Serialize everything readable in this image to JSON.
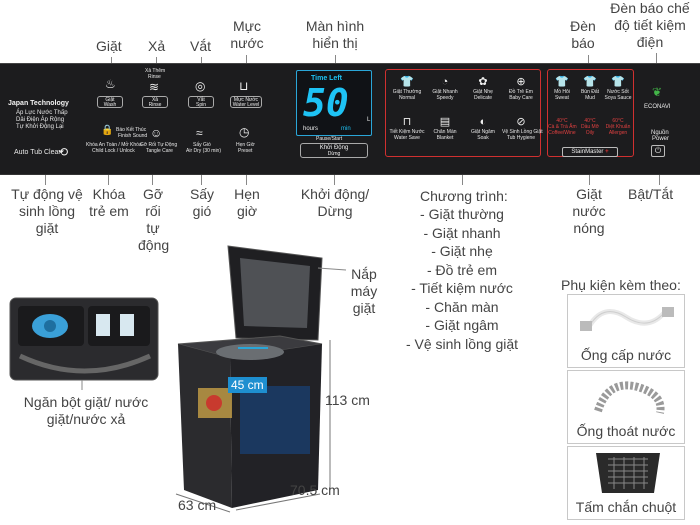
{
  "top_labels": {
    "wash": "Giặt",
    "rinse": "Xả",
    "spin": "Vắt",
    "water_level": "Mực nước",
    "display": "Màn hình hiển thị",
    "notify": "Đèn báo",
    "eco": "Đèn báo chế độ tiết kiệm điện"
  },
  "bottom_labels": {
    "auto_tub_clean": "Tự động vệ sinh lồng giặt",
    "child_lock": "Khóa trẻ em",
    "tangle_care": "Gỡ rối tự động",
    "air_dry": "Sấy gió",
    "timer": "Hẹn giờ",
    "start_stop": "Khởi động/ Dừng",
    "hot_wash": "Giặt nước nóng",
    "power": "Bật/Tắt"
  },
  "programs": {
    "heading": "Chương trình:",
    "items": [
      "- Giặt thường",
      "- Giặt nhanh",
      "- Giặt nhẹ",
      "- Đồ trẻ em",
      "- Tiết kiệm nước",
      "- Chăn màn",
      "- Giặt ngâm",
      "- Vệ sinh lồng giặt"
    ]
  },
  "panel": {
    "brand_line1": "Japan Technology",
    "brand_line2": "Áp Lực Nước Thấp",
    "brand_line3": "Dải Điện Áp Rộng",
    "brand_line4": "Tự Khởi Động Lại",
    "auto_tub_clean": "Auto Tub Clean",
    "wash_vi": "Giặt",
    "wash_en": "Wash",
    "rinse_top_vi": "Xả Thêm",
    "rinse_top_en": "Rinse",
    "rinse_vi": "Xả",
    "rinse_en": "Rinse",
    "spin_vi": "Vắt",
    "spin_en": "Spin",
    "level_vi": "Mực Nước",
    "level_en": "Water Level",
    "lock_vi": "Khóa An Toàn / Mở Khóa",
    "lock_en": "Child Lock / Unlock",
    "tangle_vi": "Gỡ Rối Tự Động",
    "tangle_en": "Tangle Care",
    "dry_vi": "Sấy Gió",
    "dry_en": "Air Dry (30 min)",
    "timer_vi": "Hẹn Giờ",
    "timer_en": "Preset",
    "finish_vi": "Báo Kết Thúc",
    "finish_en": "Finish Sound",
    "time_left": "Time Left",
    "digits": "50",
    "hours": "hours",
    "min": "min",
    "liter": "L",
    "pause_label": "Pause/Start",
    "start_vi": "Khởi Động",
    "start_en": "Dừng",
    "stainmaster": "StainMaster",
    "stainmaster_plus": "+",
    "econavi": "ECONAVI",
    "power_vi": "Nguồn",
    "power_en": "Power",
    "programs": [
      {
        "vi": "Giặt Thường",
        "en": "Normal",
        "icon": "shirt-icon"
      },
      {
        "vi": "Giặt Nhanh",
        "en": "Speedy",
        "icon": "speedy-icon"
      },
      {
        "vi": "Giặt Nhẹ",
        "en": "Delicate",
        "icon": "delicate-icon"
      },
      {
        "vi": "Đồ Trẻ Em",
        "en": "Baby Care",
        "icon": "baby-icon"
      },
      {
        "vi": "Tiết Kiệm Nước",
        "en": "Water Save",
        "icon": "water-save-icon"
      },
      {
        "vi": "Chăn Màn",
        "en": "Blanket",
        "icon": "blanket-icon"
      },
      {
        "vi": "Giặt Ngâm",
        "en": "Soak",
        "icon": "soak-icon"
      },
      {
        "vi": "Vệ Sinh Lồng Giặt",
        "en": "Tub Hygiene",
        "icon": "tub-icon"
      }
    ],
    "options": [
      {
        "vi": "Mồ Hôi",
        "en": "Sweat"
      },
      {
        "vi": "Bùn Đất",
        "en": "Mud"
      },
      {
        "vi": "Nước Sốt",
        "en": "Soya Sauce"
      }
    ],
    "temps": [
      {
        "t": "40°C",
        "vi": "Cà & Trà Ấm",
        "en": "Coffee/Wine"
      },
      {
        "t": "40°C",
        "vi": "Dầu Mỡ",
        "en": "Oily"
      },
      {
        "t": "60°C",
        "vi": "Diệt Khuẩn",
        "en": "Allergen"
      }
    ]
  },
  "machine": {
    "lid": "Nắp máy giặt",
    "detergent": "Ngăn bột giặt/ nước giặt/nước xả",
    "inner": "45 cm",
    "height": "113 cm",
    "depth": "70.5 cm",
    "width": "63 cm"
  },
  "accessories": {
    "title": "Phụ kiện kèm theo:",
    "items": [
      "Ống cấp nước",
      "Ống thoát nước",
      "Tấm chắn chuột"
    ]
  },
  "colors": {
    "panel": "#1c1c1e",
    "display_digits": "#1ec3f5",
    "frame_red": "#d03030",
    "machine": "#2b2b2e"
  }
}
